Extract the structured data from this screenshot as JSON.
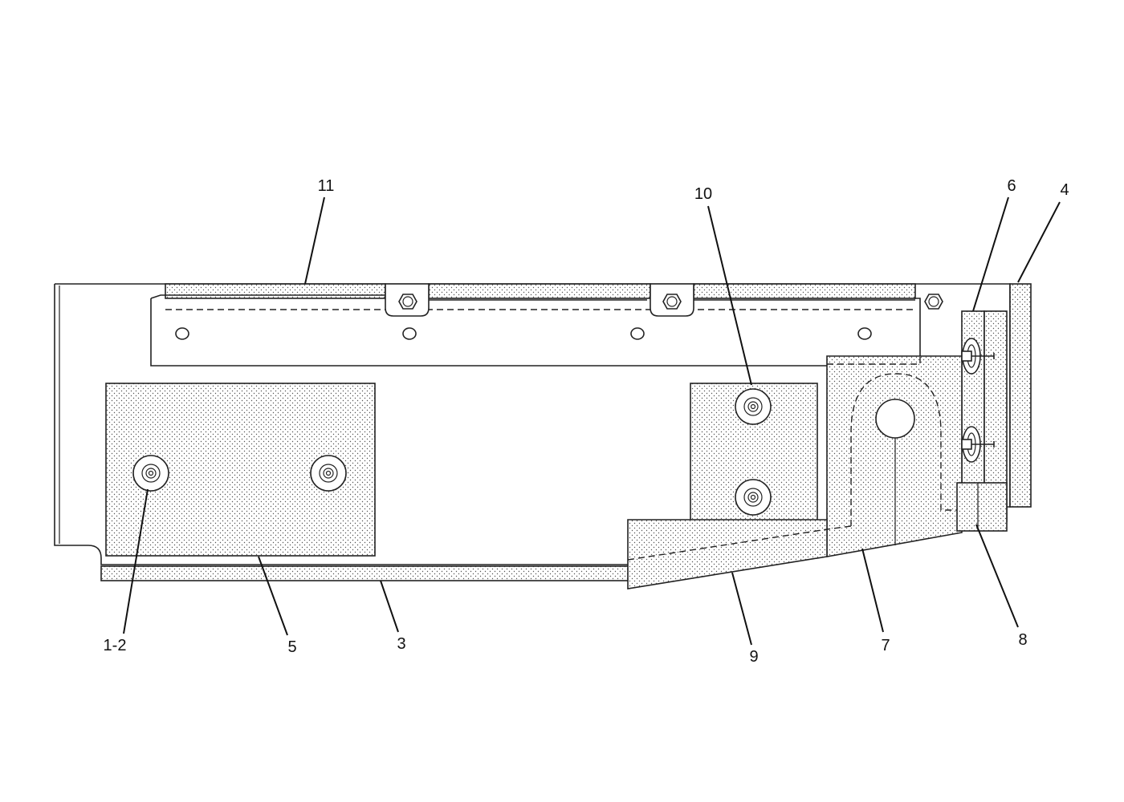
{
  "callouts": {
    "c1_2": "1-2",
    "c3": "3",
    "c4": "4",
    "c5": "5",
    "c6": "6",
    "c7": "7",
    "c8": "8",
    "c9": "9",
    "c10": "10",
    "c11": "11"
  },
  "colors": {
    "line": "#222222",
    "dot": "#555555",
    "background": "#ffffff"
  }
}
